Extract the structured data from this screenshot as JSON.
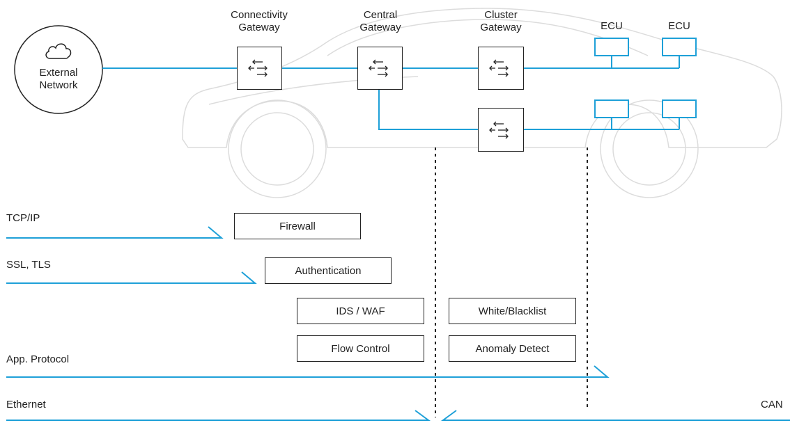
{
  "external": {
    "label_line1": "External",
    "label_line2": "Network",
    "icon": "cloud-icon"
  },
  "gateways": {
    "connectivity": {
      "line1": "Connectivity",
      "line2": "Gateway"
    },
    "central": {
      "line1": "Central",
      "line2": "Gateway"
    },
    "cluster": {
      "line1": "Cluster",
      "line2": "Gateway"
    }
  },
  "ecus": [
    "ECU",
    "ECU"
  ],
  "switch_icon": "arrows-switch-icon",
  "security_boxes": {
    "firewall": "Firewall",
    "authentication": "Authentication",
    "ids_waf": "IDS / WAF",
    "flow_control": "Flow Control",
    "white_blacklist": "White/Blacklist",
    "anomaly_detect": "Anomaly Detect"
  },
  "layers": {
    "tcpip": "TCP/IP",
    "ssl_tls": "SSL, TLS",
    "app_protocol": "App. Protocol",
    "ethernet": "Ethernet",
    "can": "CAN"
  },
  "colors": {
    "accent": "#1ea0d8",
    "car_outline": "#dcdcdc",
    "ink": "#222222"
  }
}
